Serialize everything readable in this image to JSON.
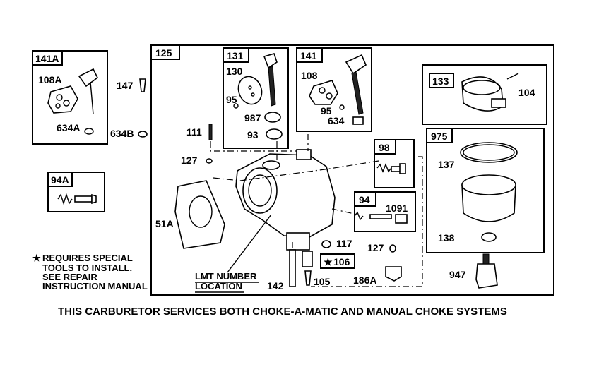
{
  "caption": "THIS CARBURETOR SERVICES BOTH CHOKE-A-MATIC AND MANUAL CHOKE SYSTEMS",
  "note": {
    "line1": "REQUIRES SPECIAL",
    "line2": "TOOLS TO INSTALL.",
    "line3": "SEE REPAIR",
    "line4": "INSTRUCTION MANUAL",
    "star": "★"
  },
  "lmt": {
    "line1": "LMT NUMBER",
    "line2": "LOCATION"
  },
  "kits": {
    "k141A": "141A",
    "k125": "125",
    "k131": "131",
    "k141": "141",
    "k133": "133",
    "k975": "975",
    "k98": "98",
    "k94": "94",
    "k94A": "94A",
    "k106": "106"
  },
  "parts": {
    "p108A": "108A",
    "p634A": "634A",
    "p147": "147",
    "p634B": "634B",
    "p130": "130",
    "p95a": "95",
    "p987": "987",
    "p93": "93",
    "p108": "108",
    "p95b": "95",
    "p634": "634",
    "p104": "104",
    "p137": "137",
    "p138": "138",
    "p947": "947",
    "p111": "111",
    "p127a": "127",
    "p51A": "51A",
    "p1091": "1091",
    "p117": "117",
    "p127b": "127",
    "p142": "142",
    "p105": "105",
    "p186A": "186A"
  }
}
